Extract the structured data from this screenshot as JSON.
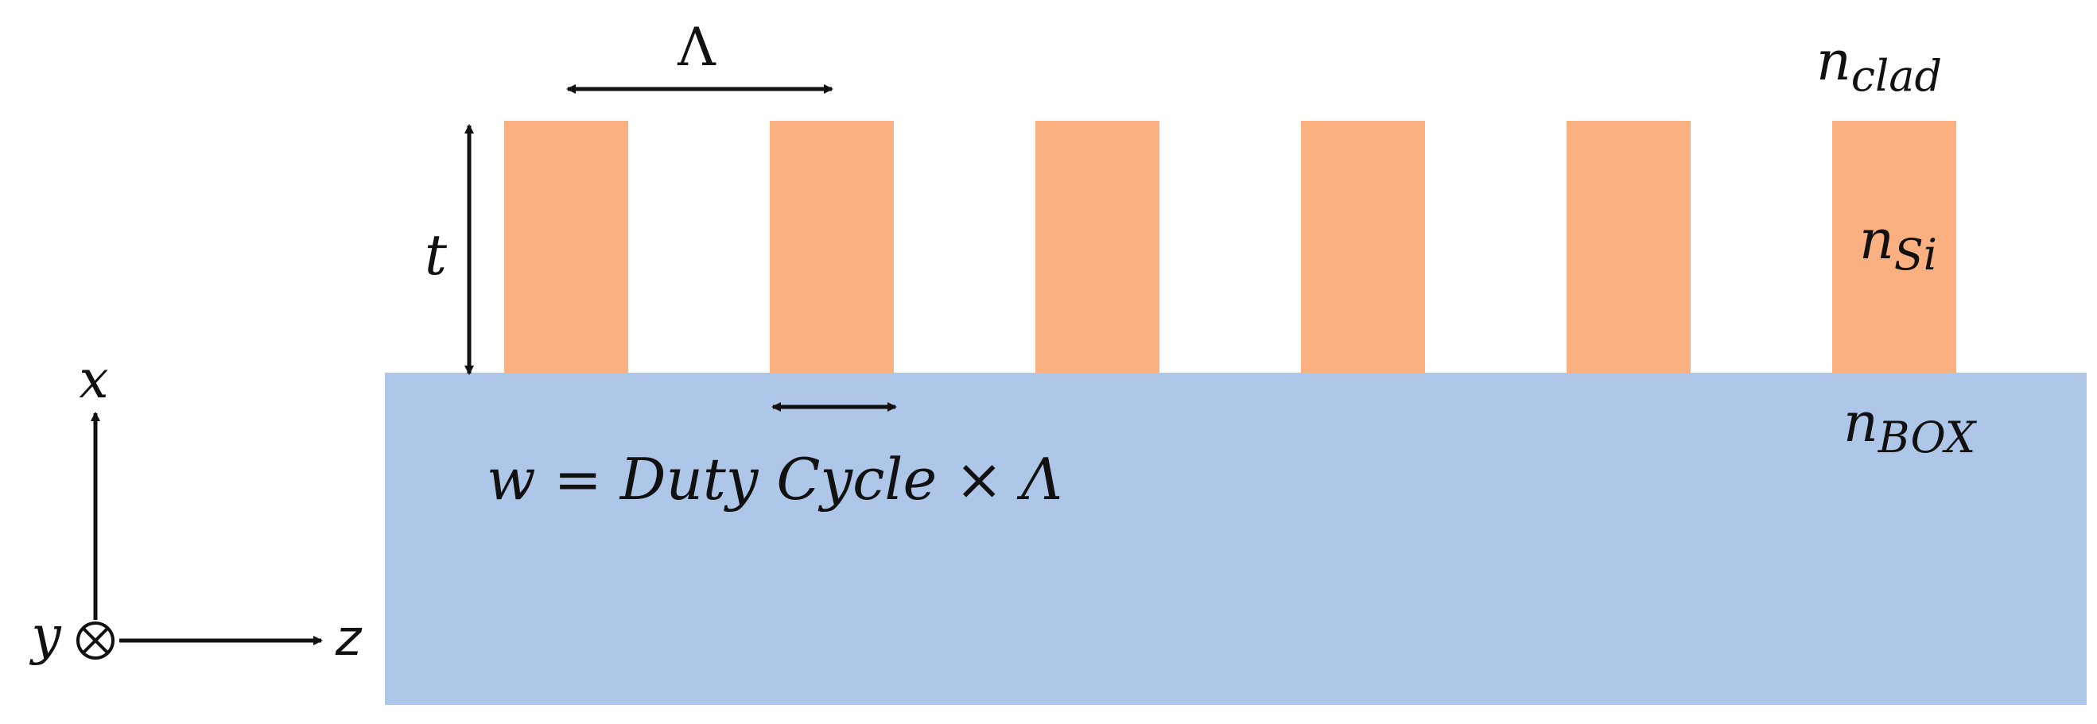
{
  "colors": {
    "silicon": "#fbb081",
    "box": "#aec6e8",
    "ink": "#111111",
    "background": "#ffffff"
  },
  "labels": {
    "period_symbol": "Λ",
    "thickness_symbol": "t",
    "cladding": {
      "base": "n",
      "subscript": "clad"
    },
    "silicon": {
      "base": "n",
      "subscript": "Si"
    },
    "box": {
      "base": "n",
      "subscript": "BOX"
    },
    "width_formula": "w = Duty Cycle  ×  Λ",
    "axis_x": "x",
    "axis_y": "y",
    "axis_z": "z"
  },
  "icons": {
    "out_of_page": "circled-times-icon"
  },
  "grating": {
    "ridge_count": 6
  }
}
